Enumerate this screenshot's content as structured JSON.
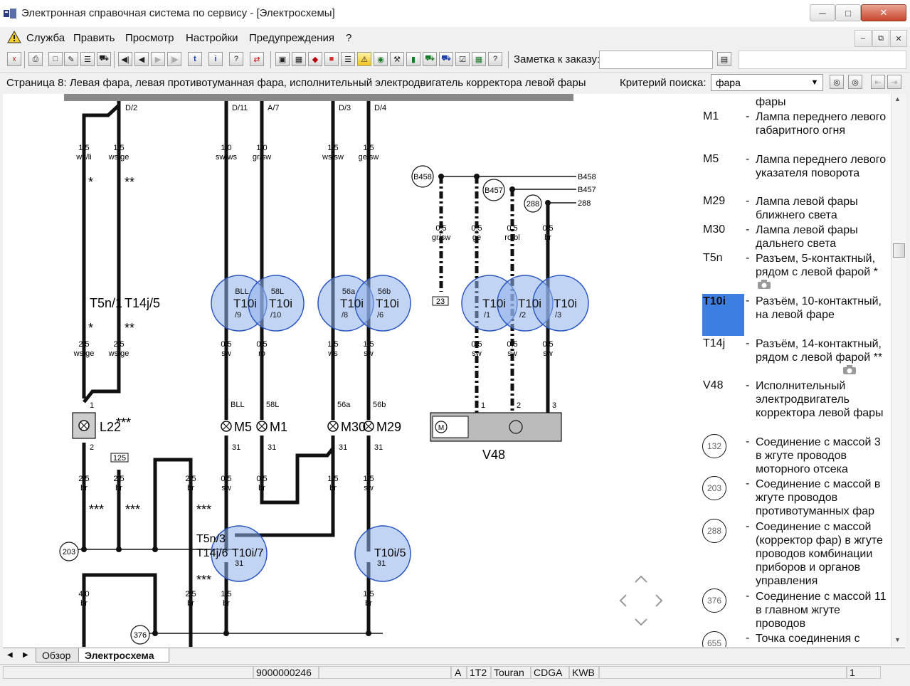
{
  "window": {
    "title": "Электронная справочная система по сервису - [Электросхемы]"
  },
  "menu": [
    "Служба",
    "Править",
    "Просмотр",
    "Настройки",
    "Предупреждения",
    "?"
  ],
  "toolbar": {
    "note_label": "Заметка к заказу:"
  },
  "infobar": {
    "page_info": "Страница 8: Левая фара, левая противотуманная фара, исполнительный электродвигатель корректора левой фары",
    "search_label": "Критерий поиска:",
    "search_value": "фара"
  },
  "diagram": {
    "top_connectors": [
      "D/2",
      "D/11",
      "A/7",
      "D/3",
      "D/4"
    ],
    "wires_top": [
      {
        "size": "1,5",
        "color": "ws/li"
      },
      {
        "size": "1,5",
        "color": "ws/ge"
      },
      {
        "size": "1,0",
        "color": "sw/ws"
      },
      {
        "size": "1,0",
        "color": "gr/sw"
      },
      {
        "size": "1,5",
        "color": "ws/sw"
      },
      {
        "size": "1,5",
        "color": "ge/sw"
      }
    ],
    "harness_refs": [
      "B458",
      "B457",
      "288"
    ],
    "corrector_wires": [
      {
        "size": "0,5",
        "color": "gr/sw"
      },
      {
        "size": "0,5",
        "color": "ge"
      },
      {
        "size": "0,5",
        "color": "ro/bl"
      },
      {
        "size": "0,5",
        "color": "br"
      }
    ],
    "connector_box_23": "23",
    "connector_box_125": "125",
    "marks": {
      "single": "*",
      "double": "**",
      "triple": "***"
    },
    "connectors_left": [
      "T5n/1",
      "T14j/5"
    ],
    "pins_highlight": [
      "BLL",
      "58L",
      "56a",
      "56b"
    ],
    "connector_code": "T10i",
    "pin_numbers": [
      "/9",
      "/10",
      "/8",
      "/6",
      "/1",
      "/2",
      "/3"
    ],
    "wires_mid": [
      {
        "size": "2,5",
        "color": "ws/ge"
      },
      {
        "size": "2,5",
        "color": "ws/ge"
      },
      {
        "size": "0,5",
        "color": "sw"
      },
      {
        "size": "0,5",
        "color": "ro"
      },
      {
        "size": "1,5",
        "color": "ws"
      },
      {
        "size": "1,5",
        "color": "sw"
      },
      {
        "size": "0,5",
        "color": "sw"
      },
      {
        "size": "0,5",
        "color": "sw"
      },
      {
        "size": "0,5",
        "color": "sw"
      }
    ],
    "lamp_pins": [
      "BLL",
      "58L",
      "56a",
      "56b"
    ],
    "lamps": [
      "M5",
      "M1",
      "M30",
      "M29"
    ],
    "lamp_ground_pin": "31",
    "l22": {
      "label": "L22",
      "pin1": "1",
      "pin2": "2"
    },
    "v48": {
      "label": "V48",
      "pins": [
        "1",
        "2",
        "3"
      ]
    },
    "wires_low": [
      {
        "size": "2,5",
        "color": "br"
      },
      {
        "size": "2,5",
        "color": "br"
      },
      {
        "size": "2,5",
        "color": "br"
      },
      {
        "size": "0,5",
        "color": "sw"
      },
      {
        "size": "0,5",
        "color": "br"
      },
      {
        "size": "1,5",
        "color": "br"
      },
      {
        "size": "1,5",
        "color": "sw"
      }
    ],
    "grounds": [
      "203",
      "376"
    ],
    "bottom_connectors": [
      "T5n/3",
      "T14j/6",
      "T10i/7",
      "T10i/5"
    ],
    "bottom_pin": "31",
    "wires_bottom": [
      {
        "size": "4,0",
        "color": "br"
      },
      {
        "size": "2,5",
        "color": "br"
      },
      {
        "size": "1,5",
        "color": "br"
      },
      {
        "size": "1,5",
        "color": "br"
      }
    ]
  },
  "legend": [
    {
      "code": "",
      "desc": "фары"
    },
    {
      "code": "M1",
      "desc": "Лампа переднего левого габаритного огня"
    },
    {
      "code": "M5",
      "desc": "Лампа переднего левого указателя поворота"
    },
    {
      "code": "M29",
      "desc": "Лампа левой фары ближнего света"
    },
    {
      "code": "M30",
      "desc": "Лампа левой фары дальнего света"
    },
    {
      "code": "T5n",
      "desc": "Разъем, 5-контактный, рядом с левой фарой *"
    },
    {
      "code": "T10i",
      "desc": "Разъём, 10-контактный, на левой фаре"
    },
    {
      "code": "T14j",
      "desc": "Разъём, 14-контактный, рядом с левой фарой **"
    },
    {
      "code": "V48",
      "desc": "Исполнительный электродвигатель корректора левой фары"
    },
    {
      "code": "132",
      "desc": "Соединение с массой 3 в жгуте проводов моторного отсека"
    },
    {
      "code": "203",
      "desc": "Соединение с массой в жгуте проводов противотуманных фар"
    },
    {
      "code": "288",
      "desc": "Соединение с массой (корректор фар) в жгуте проводов комбинации приборов и органов управления"
    },
    {
      "code": "376",
      "desc": "Соединение с массой 11 в главном жгуте проводов"
    },
    {
      "code": "655",
      "desc": "Точка соединения с"
    }
  ],
  "tabs": [
    "Обзор",
    "Электросхема"
  ],
  "status": {
    "order": "9000000246",
    "f1": "A",
    "f2": "1T2",
    "model": "Touran",
    "engine": "CDGA",
    "gearbox": "KWB",
    "page": "1"
  },
  "colors": {
    "highlight_circle": "#8fb0ea",
    "legend_selected": "#3c7fe0",
    "accent_close": "#c9452b"
  }
}
